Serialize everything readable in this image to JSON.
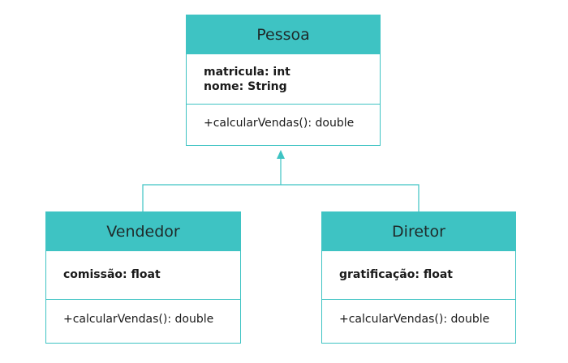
{
  "colors": {
    "accent": "#3ec3c3",
    "text": "#1a1a1a",
    "background": "#ffffff"
  },
  "classes": {
    "pessoa": {
      "name": "Pessoa",
      "attributes": [
        "matricula: int",
        "nome: String"
      ],
      "methods": [
        "+calcularVendas(): double"
      ]
    },
    "vendedor": {
      "name": "Vendedor",
      "attributes": [
        "comissão: float"
      ],
      "methods": [
        "+calcularVendas(): double"
      ]
    },
    "diretor": {
      "name": "Diretor",
      "attributes": [
        "gratificação: float"
      ],
      "methods": [
        "+calcularVendas(): double"
      ]
    }
  },
  "relationships": [
    {
      "type": "generalization",
      "from": "Vendedor",
      "to": "Pessoa"
    },
    {
      "type": "generalization",
      "from": "Diretor",
      "to": "Pessoa"
    }
  ]
}
